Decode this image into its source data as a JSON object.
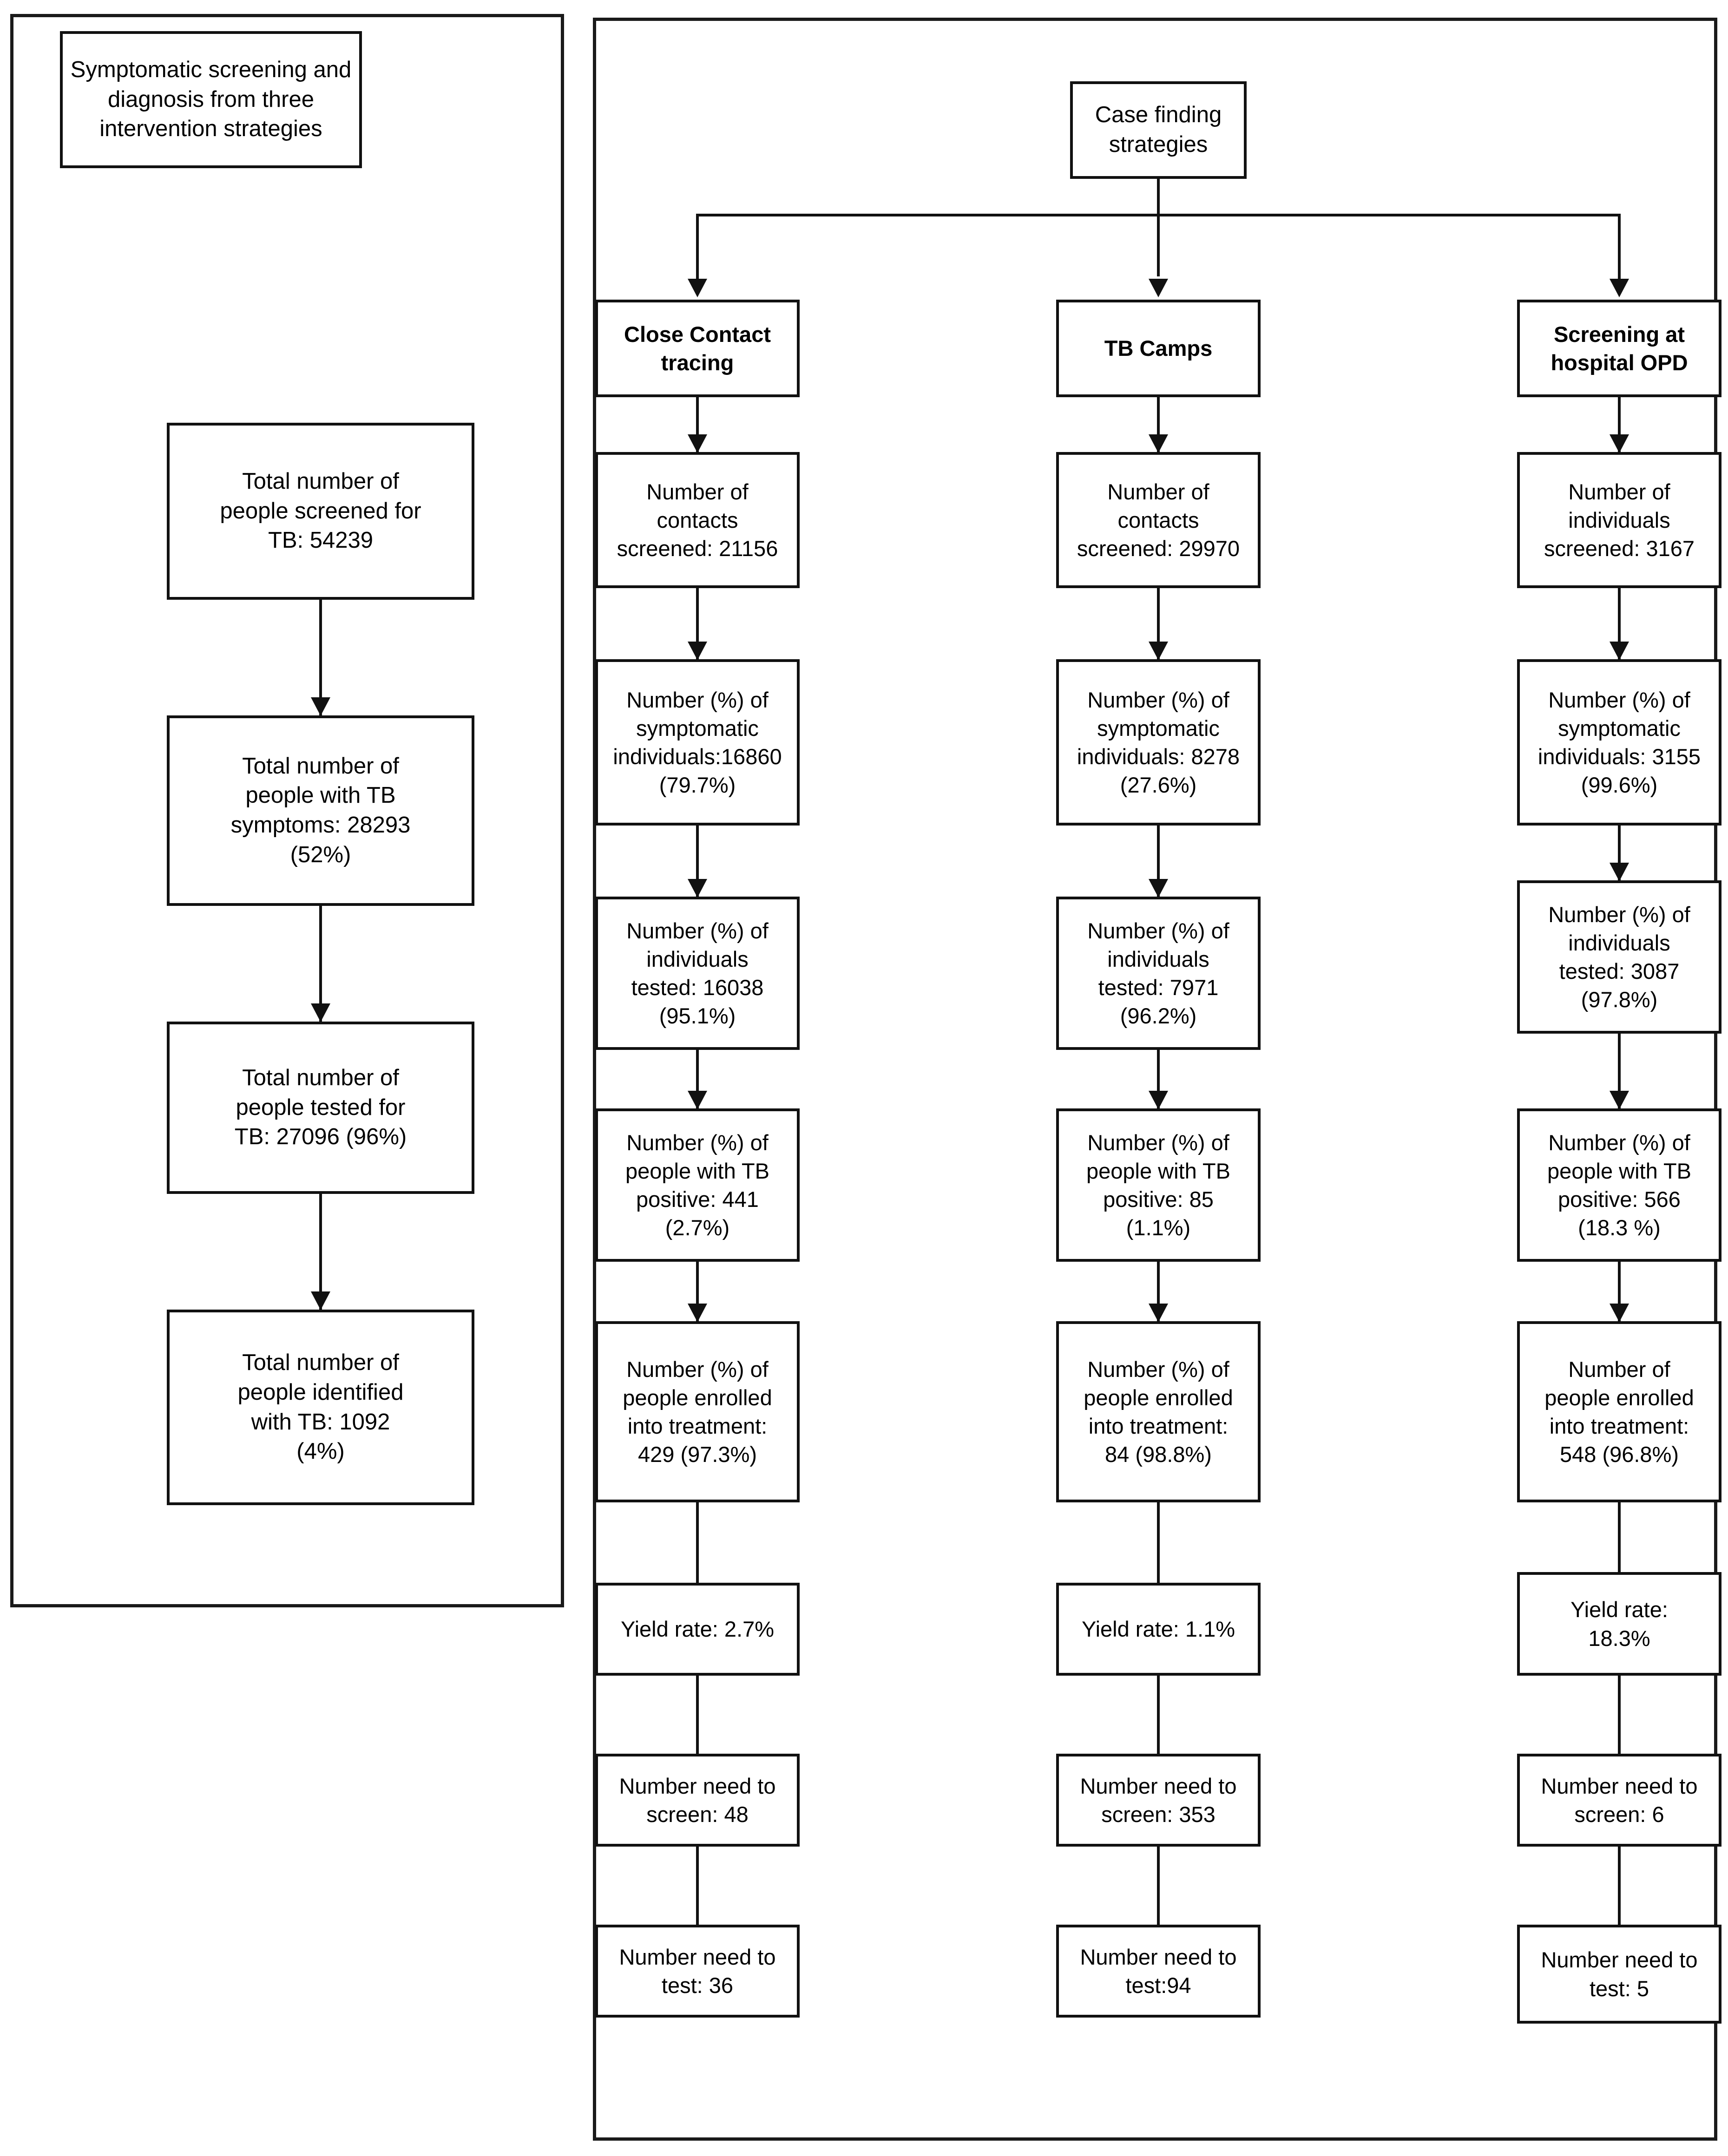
{
  "figure": {
    "left_panel": {
      "title_box": "Symptomatic screening and\ndiagnosis from three\nintervention strategies",
      "steps": [
        "Total number of\npeople screened for\nTB: 54239",
        "Total number of\npeople with TB\nsymptoms: 28293\n(52%)",
        "Total number of\npeople tested for\nTB: 27096 (96%)",
        "Total number of\npeople identified\nwith TB: 1092\n(4%)"
      ]
    },
    "right_panel": {
      "root": "Case finding\nstrategies",
      "columns": [
        {
          "header": "Close Contact\ntracing",
          "steps": [
            "Number of\ncontacts\nscreened: 21156",
            "Number (%) of\nsymptomatic\nindividuals:16860\n(79.7%)",
            "Number (%) of\nindividuals\ntested: 16038\n(95.1%)",
            "Number (%) of\npeople with TB\npositive: 441\n(2.7%)",
            "Number (%) of\npeople enrolled\ninto treatment:\n429 (97.3%)",
            "Yield rate: 2.7%",
            "Number need to\nscreen: 48",
            "Number need to\ntest: 36"
          ]
        },
        {
          "header": "TB Camps",
          "steps": [
            "Number  of\ncontacts\nscreened: 29970",
            "Number (%) of\nsymptomatic\nindividuals: 8278\n(27.6%)",
            "Number (%) of\nindividuals\ntested: 7971\n(96.2%)",
            "Number (%)  of\npeople with TB\npositive: 85\n(1.1%)",
            "Number (%) of\npeople enrolled\ninto treatment:\n84 (98.8%)",
            "Yield rate: 1.1%",
            "Number need to\nscreen: 353",
            "Number need to\ntest:94"
          ]
        },
        {
          "header": "Screening at\nhospital OPD",
          "steps": [
            "Number of\nindividuals\nscreened: 3167",
            "Number (%) of\nsymptomatic\nindividuals: 3155\n(99.6%)",
            "Number (%) of\nindividuals\ntested: 3087\n(97.8%)",
            "Number (%) of\npeople with TB\npositive: 566\n(18.3 %)",
            "Number of\npeople enrolled\ninto treatment:\n548 (96.8%)",
            "Yield rate:\n18.3%",
            "Number need to\nscreen: 6",
            "Number need to\ntest: 5"
          ]
        }
      ]
    }
  },
  "chart_data": {
    "type": "table",
    "title": "Symptomatic screening and diagnosis from three intervention strategies",
    "categories": [
      "Close Contact tracing",
      "TB Camps",
      "Screening at hospital OPD"
    ],
    "series": [
      {
        "name": "Screened",
        "values": [
          21156,
          29970,
          3167
        ]
      },
      {
        "name": "Symptomatic individuals",
        "values": [
          16860,
          8278,
          3155
        ]
      },
      {
        "name": "Symptomatic (%)",
        "values": [
          79.7,
          27.6,
          99.6
        ]
      },
      {
        "name": "Individuals tested",
        "values": [
          16038,
          7971,
          3087
        ]
      },
      {
        "name": "Tested (%)",
        "values": [
          95.1,
          96.2,
          97.8
        ]
      },
      {
        "name": "TB positive",
        "values": [
          441,
          85,
          566
        ]
      },
      {
        "name": "TB positive (%)",
        "values": [
          2.7,
          1.1,
          18.3
        ]
      },
      {
        "name": "Enrolled into treatment",
        "values": [
          429,
          84,
          548
        ]
      },
      {
        "name": "Enrolled (%)",
        "values": [
          97.3,
          98.8,
          96.8
        ]
      },
      {
        "name": "Yield rate (%)",
        "values": [
          2.7,
          1.1,
          18.3
        ]
      },
      {
        "name": "Number need to screen",
        "values": [
          48,
          353,
          6
        ]
      },
      {
        "name": "Number need to test",
        "values": [
          36,
          94,
          5
        ]
      }
    ],
    "totals": {
      "screened": 54239,
      "with_symptoms": 28293,
      "with_symptoms_pct": 52,
      "tested": 27096,
      "tested_pct": 96,
      "identified_with_tb": 1092,
      "identified_pct": 4
    }
  }
}
